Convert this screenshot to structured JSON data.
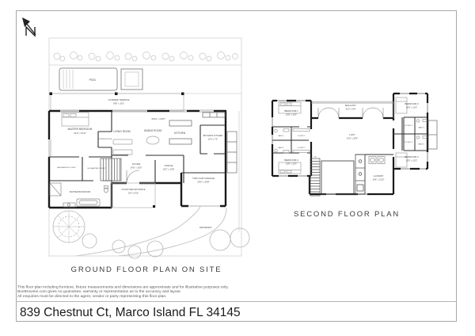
{
  "colors": {
    "wall": "#1a1a1a",
    "interior_wall": "#2d2d2d",
    "site_line": "#d2d2d2",
    "label_text": "#474747",
    "title_text": "#3a3a3a",
    "page_border": "#a8a8a8",
    "address_text": "#1b1b1b"
  },
  "icons": {
    "north_arrow": "north-arrow"
  },
  "ground": {
    "title": "GROUND FLOOR PLAN ON SITE",
    "labels": {
      "pool": "POOL",
      "covered_terrace": "COVERED TERRACE",
      "covered_terrace_dims": "39'8\" x 10'0\"",
      "master_bedroom": "MASTER BEDROOM",
      "master_bedroom_dims": "14'2\" x 21'0\"",
      "living_room": "LIVING ROOM",
      "dining_room": "DINING ROOM",
      "great_room_dims": "40'10\" x 20'0\"",
      "kitchen": "KITCHEN",
      "butlers_kitchen": "BUTLER'S KITCHEN",
      "butlers_kitchen_dims": "10'4\" x 7'0\"",
      "powder_room": "POWDER ROOM",
      "her_master_closet": "HER MASTER CLOSET",
      "his_master_closet": "HIS MASTER CLOSET",
      "foyer": "FOYER",
      "foyer_dims": "14'6\" x 16'5\"",
      "office": "OFFICE",
      "office_dims": "10'2\" x 13'8\"",
      "garage": "TWO-CAR GARAGE",
      "garage_dims": "20'0\" x 20'8\"",
      "master_bathroom": "MASTER BATHROOM",
      "courtyard_entrance": "COURTYARD ENTRANCE",
      "courtyard_entrance_dims": "19'0\" x 8'10\"",
      "driveway": "DRIVEWAY"
    }
  },
  "second": {
    "title": "SECOND FLOOR PLAN",
    "labels": {
      "bedroom1": "BEDROOM 1",
      "bedroom1_dims": "15'8\" x 12'5\"",
      "balcony": "BALCONY",
      "balcony_dims": "41'6\" x 6'9\"",
      "loft": "LOFT",
      "loft_dims": "41'6\" x 26'9\"",
      "bedroom2": "BEDROOM 2",
      "bedroom2_dims": "15'8\" x 12'5\"",
      "bath1": "BATH 1",
      "closet1": "CLOSET 1",
      "bath2": "BATH 2",
      "closet2": "CLOSET 2",
      "bedroom3": "BEDROOM 3",
      "bedroom3_dims": "20'0\" x 12'0\"",
      "closet3": "CLOSET 3",
      "bath3": "BATH 3",
      "closet4": "CLOSET 4",
      "bath4": "BATH 4",
      "bedroom4": "BEDROOM 4",
      "bedroom4_dims": "20'0\" x 12'0\"",
      "laundry": "LAUNDRY",
      "laundry_dims": "14'8\" x 12'10\"",
      "stairs_dn": "DN"
    }
  },
  "footer": {
    "disclaimer_line1": "This floor plan including furniture, fixture measurements and dimensions are approximate and for illustrative purposes only.",
    "disclaimer_line2": "BoxBrownie.com gives no guarantee, warranty or representation as to the accuracy and layout.",
    "disclaimer_line3": "All enquiries must be directed to the agent, vendor or party representing this floor plan.",
    "address": "839 Chestnut Ct, Marco Island FL 34145"
  }
}
